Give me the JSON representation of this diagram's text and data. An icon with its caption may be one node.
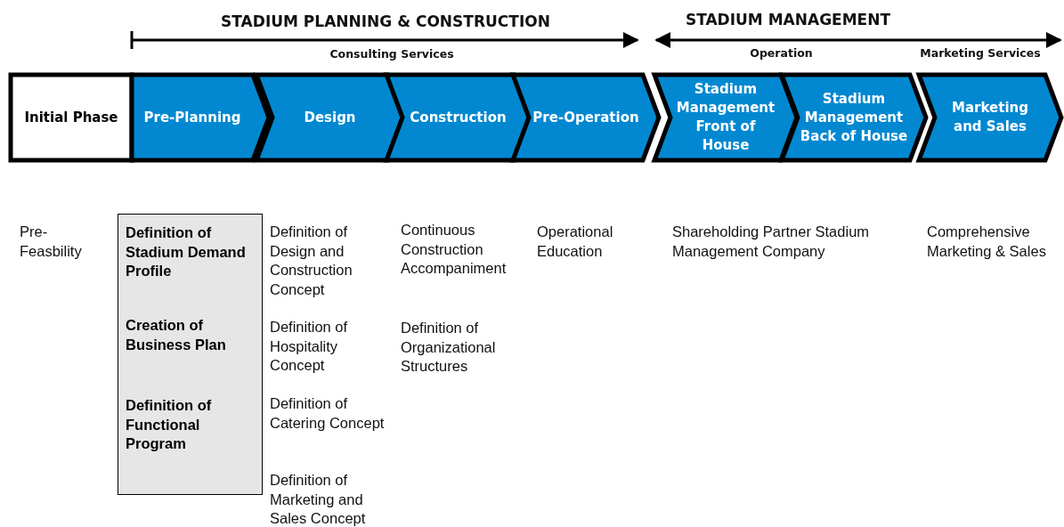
{
  "diagram": {
    "nodes": [
      {
        "text": [
          "Initial Phase"
        ]
      },
      {
        "text": [
          "Pre-Planning"
        ]
      },
      {
        "text": [
          "Design"
        ]
      },
      {
        "text": [
          "Construction"
        ]
      },
      {
        "text": [
          "Pre-Operation"
        ]
      },
      {
        "text": [
          "Stadium Management Front of House"
        ]
      },
      {
        "text": [
          "Stadium Management Back of House"
        ]
      },
      {
        "text": [
          "Marketing and Sales"
        ]
      },
      {
        "text": [
          "Definition of Stadium Demand Profile",
          "Creation of Business Plan",
          "Definition of Functional Program"
        ]
      }
    ],
    "edges": [],
    "labels": [
      "STADIUM PLANNING & CONSTRUCTION",
      "STADIUM MANAGEMENT",
      "Consulting Services",
      "Operation",
      "Marketing Services",
      "Pre-Feasbility",
      "Definition of Design and Construction Concept",
      "Continuous Construction Accompaniment",
      "Operational Education",
      "Shareholding Partner Stadium Management Company",
      "Comprehensive Marketing & Sales",
      "Definition of Hospitality Concept",
      "Definition of Organizational Structures",
      "Definition of Catering Concept",
      "Definition of Marketing and Sales Concept"
    ]
  }
}
